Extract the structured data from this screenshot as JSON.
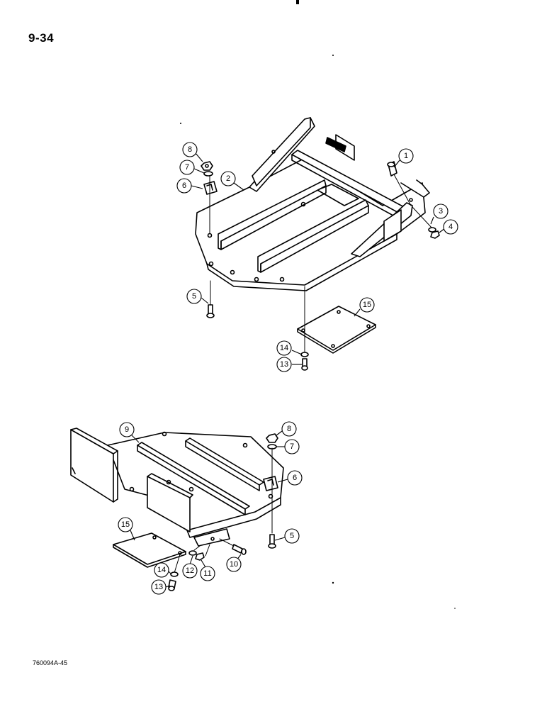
{
  "header": {
    "page_number": "9-34"
  },
  "footer": {
    "reference_code": "760094A-45"
  },
  "assemblies": {
    "upper": {
      "callouts": [
        {
          "id": "u1",
          "label": "1"
        },
        {
          "id": "u2",
          "label": "2"
        },
        {
          "id": "u3",
          "label": "3"
        },
        {
          "id": "u4",
          "label": "4"
        },
        {
          "id": "u5",
          "label": "5"
        },
        {
          "id": "u6",
          "label": "6"
        },
        {
          "id": "u7",
          "label": "7"
        },
        {
          "id": "u8",
          "label": "8"
        },
        {
          "id": "u13",
          "label": "13"
        },
        {
          "id": "u14",
          "label": "14"
        },
        {
          "id": "u15",
          "label": "15"
        }
      ]
    },
    "lower": {
      "callouts": [
        {
          "id": "l5",
          "label": "5"
        },
        {
          "id": "l6",
          "label": "6"
        },
        {
          "id": "l7",
          "label": "7"
        },
        {
          "id": "l8",
          "label": "8"
        },
        {
          "id": "l9",
          "label": "9"
        },
        {
          "id": "l10",
          "label": "10"
        },
        {
          "id": "l11",
          "label": "11"
        },
        {
          "id": "l12",
          "label": "12"
        },
        {
          "id": "l13",
          "label": "13"
        },
        {
          "id": "l14",
          "label": "14"
        },
        {
          "id": "l15",
          "label": "15"
        }
      ]
    }
  }
}
